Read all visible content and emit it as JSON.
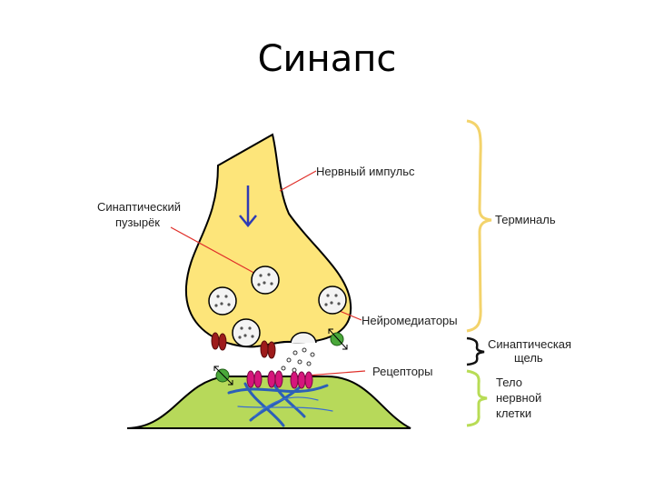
{
  "title": "Синапс",
  "labels": {
    "impulse": "Нервный импульс",
    "vesicle_line1": "Синаптический",
    "vesicle_line2": "пузырёк",
    "terminal": "Терминаль",
    "neuromediators": "Нейромедиаторы",
    "cleft_line1": "Синаптическая",
    "cleft_line2": "щель",
    "receptors": "Рецепторы",
    "cell_line1": "Тело",
    "cell_line2": "нервной",
    "cell_line3": "клетки"
  },
  "colors": {
    "terminal_fill": "#fde57a",
    "cell_body_fill": "#b7d95a",
    "bracket_yellow": "#f3d36b",
    "bracket_black": "#111111",
    "bracket_green": "#b8dc55",
    "annotation_line": "#e0302a",
    "impulse_arrow": "#2f3bb5",
    "receptor_magenta": "#d6157c",
    "channel_red": "#9e1b1b",
    "transporter_green": "#4aa83a",
    "fiber_blue": "#2c5fb8"
  }
}
